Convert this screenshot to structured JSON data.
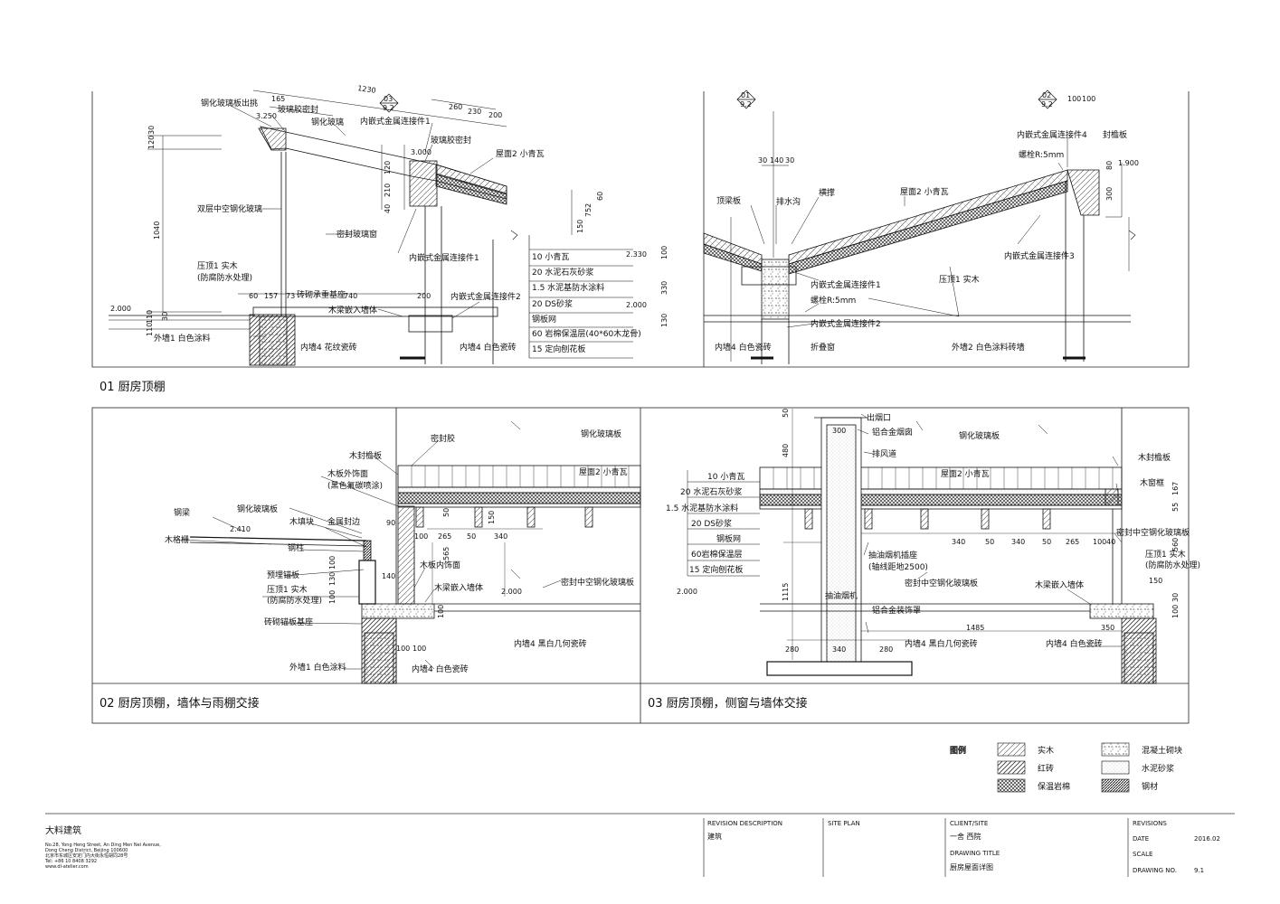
{
  "sheet": {
    "panels": [
      {
        "caption": "01 厨房顶棚"
      },
      {
        "caption": "02 厨房顶棚，墙体与雨棚交接"
      },
      {
        "caption": "03 厨房顶棚，侧窗与墙体交接"
      }
    ]
  },
  "drawing01": {
    "labels": {
      "glass_overhang": "钢化玻璃板出挑",
      "glass_sealant": "玻璃胶密封",
      "tempered_glass": "钢化玻璃",
      "conn1": "内嵌式金属连接件1",
      "glass_sealant2": "玻璃胶密封",
      "roof2": "屋面2 小青瓦",
      "double_glass": "双层中空钢化玻璃",
      "sealed_window": "密封玻璃窗",
      "coping": "压顶1 实木",
      "coping_note": "(防腐防水处理)",
      "conn1b": "内嵌式金属连接件1",
      "conn2": "内嵌式金属连接件2",
      "brick_base": "砖砌承重基座",
      "beam_embed": "木梁嵌入墙体",
      "ext_wall": "外墙1 白色涂料",
      "int_wall4": "内墙4 花纹瓷砖",
      "int_wall4w": "内墙4 白色瓷砖"
    },
    "layers": [
      "10 小青瓦",
      "20 水泥石灰砂浆",
      "1.5 水泥基防水涂料",
      "20 DS砂浆",
      "钢板网",
      "60 岩棉保温层(40*60木龙骨)",
      "15 定向刨花板"
    ],
    "dims": {
      "d1230": "1230",
      "d165": "165",
      "d260": "260",
      "d230": "230",
      "d200a": "200",
      "d250": "3.250",
      "d3000": "3.000",
      "d120a": "120",
      "d30a": "30",
      "d1040": "1040",
      "d120b": "120",
      "d210": "210",
      "d40": "40",
      "d60a": "60",
      "d752": "752",
      "d150": "150",
      "d60b": "60",
      "d157": "157",
      "d73": "73",
      "d740": "740",
      "d200b": "200",
      "d110a": "110",
      "d110b": "110",
      "d2000": "2.000",
      "d30b": "30",
      "tag": "03",
      "tagsub": "9.2"
    }
  },
  "drawing01r": {
    "labels": {
      "top_beam": "顶梁板",
      "gutter": "排水沟",
      "brace": "横撑",
      "roof2": "屋面2 小青瓦",
      "conn4": "内嵌式金属连接件4",
      "fascia": "封檐板",
      "bolt": "螺栓R:5mm",
      "conn3": "内嵌式金属连接件3",
      "coping": "压顶1 实木",
      "conn1": "内嵌式金属连接件1",
      "bolt2": "螺栓R:5mm",
      "conn2": "内嵌式金属连接件2",
      "int_wall4": "内墙4 白色瓷砖",
      "fold_window": "折叠窗",
      "ext_wall2": "外墙2 白色涂料砖墙"
    },
    "dims": {
      "d30": "30",
      "d140": "140",
      "d30b": "30",
      "d2330": "2.330",
      "d100": "100",
      "d330": "330",
      "d2000": "2.000",
      "d130": "130",
      "d100a": "100",
      "d100b": "100",
      "d80": "80",
      "d1900": "1.900",
      "d300": "300",
      "tag1": "01",
      "tag1sub": "9.2",
      "tag2": "02",
      "tag2sub": "9.2"
    }
  },
  "drawing02": {
    "labels": {
      "sealant": "密封胶",
      "tempered_glass": "钢化玻璃板",
      "fascia": "木封檐板",
      "wood_ext": "木板外饰面",
      "wood_ext_note": "(黑色氟碳喷涂)",
      "roof2": "屋面2 小青瓦",
      "steel_beam": "钢梁",
      "glass_plate": "钢化玻璃板",
      "wood_block": "木填块",
      "metal_edge": "金属封边",
      "wood_grille": "木格栅",
      "steel_col": "钢柱",
      "embed_plate": "预埋锚板",
      "coping": "压顶1 实木",
      "coping_note": "(防腐防水处理)",
      "brick_base": "砖砌锚板基座",
      "ext_wall": "外墙1 白色涂料",
      "wood_int": "木板内饰面",
      "beam_embed": "木梁嵌入墙体",
      "sealed_glass": "密封中空钢化玻璃板",
      "int_wall4": "内墙4 黑白几何瓷砖",
      "int_wall4w": "内墙4 白色瓷砖"
    },
    "dims": {
      "d2410": "2.410",
      "d90": "90",
      "d50": "50",
      "d150": "150",
      "d100a": "100",
      "d265": "265",
      "d50b": "50",
      "d340": "340",
      "d565": "565",
      "d140": "140",
      "d100b": "100",
      "d130": "130",
      "d100c": "100",
      "d2000": "2.000",
      "d100d": "100",
      "d100e": "100",
      "d100f": "100"
    }
  },
  "drawing03": {
    "labels": {
      "flue": "出烟口",
      "hood": "铝合金烟囱",
      "duct": "排风道",
      "tempered_glass": "钢化玻璃板",
      "fascia": "木封檐板",
      "roof2": "屋面2 小青瓦",
      "window_frame": "木窗框",
      "double_glass": "密封中空钢化玻璃板",
      "coping": "压顶1 实木",
      "coping_note": "(防腐防水处理)",
      "hood_socket": "抽油烟机插座",
      "socket_note": "(轴线距地2500)",
      "sealed_glass": "密封中空钢化玻璃板",
      "beam_embed": "木梁嵌入墙体",
      "range_hood": "抽油烟机",
      "trim": "铝合金装饰罩",
      "int_wall4": "内墙4 黑白几何瓷砖",
      "int_wall4w": "内墙4 白色瓷砖"
    },
    "layers": [
      "10 小青瓦",
      "20 水泥石灰砂浆",
      "1.5 水泥基防水涂料",
      "20 DS砂浆",
      "钢板网",
      "60岩棉保温层",
      "15 定向刨花板"
    ],
    "dims": {
      "d50": "50",
      "d300": "300",
      "d480": "480",
      "d1115": "1115",
      "d280a": "280",
      "d340a": "340",
      "d280b": "280",
      "d1485": "1485",
      "d350": "350",
      "d340b": "340",
      "d50b": "50",
      "d340c": "340",
      "d50c": "50",
      "d265": "265",
      "d100": "100",
      "d40": "40",
      "d55": "55",
      "d167": "167",
      "d560": "560",
      "d150": "150",
      "d100b": "100",
      "d30": "30",
      "d2000": "2.000"
    }
  },
  "legend": {
    "title": "图例",
    "items": [
      "实木",
      "红砖",
      "保温岩棉",
      "混凝土砌块",
      "水泥砂浆",
      "钢材"
    ]
  },
  "titleblock": {
    "firm": "大料建筑",
    "addr1": "No.28, Yong Heng Street, An Ding Men Nei Avenue,",
    "addr2": "Dong Cheng District, Beijing 100600",
    "addr3": "北京市东城区安定门内大街永恒胡同28号",
    "addr4": "Tel: +86 10 8408 3292",
    "addr5": "www.dl-atelier.com",
    "rev_desc_h": "REVISION DESCRIPTION",
    "rev_desc_v": "建筑",
    "site_plan_h": "SITE PLAN",
    "client_h": "CLIENT/SITE",
    "client_v": "一舍 西院",
    "drawing_title_h": "DRAWING TITLE",
    "drawing_title_v": "厨房屋面详图",
    "revisions_h": "REVISIONS",
    "date_h": "DATE",
    "date_v": "2016.02",
    "scale_h": "SCALE",
    "drawing_no_h": "DRAWING NO.",
    "drawing_no_v": "9.1"
  }
}
